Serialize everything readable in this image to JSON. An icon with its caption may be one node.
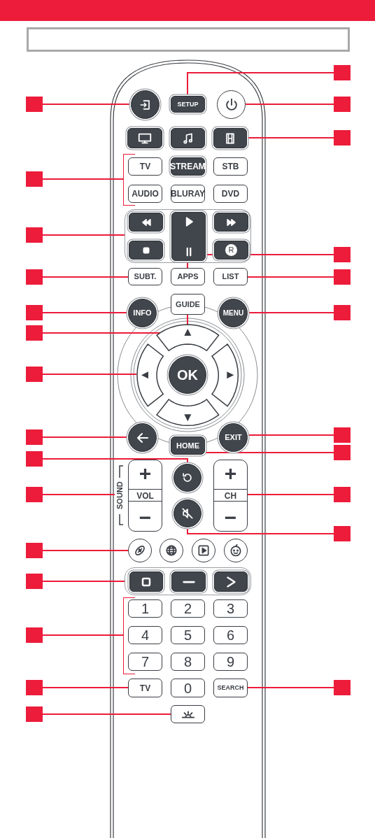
{
  "diagram": {
    "nodes": [
      {
        "text": [],
        "shape": "box"
      },
      {
        "text": [],
        "shape": "box"
      },
      {
        "text": [],
        "shape": "circle"
      },
      {
        "text": [
          "SETUP"
        ]
      },
      {
        "text": [],
        "shape": "circle"
      },
      {
        "text": [],
        "shape": "box"
      },
      {
        "text": [],
        "shape": "box"
      },
      {
        "text": [],
        "shape": "box"
      },
      {
        "text": [],
        "shape": "box"
      },
      {
        "text": [],
        "shape": "box"
      },
      {
        "text": [
          "TV"
        ]
      },
      {
        "text": [
          "STREAM"
        ]
      },
      {
        "text": [
          "STB"
        ]
      },
      {
        "text": [],
        "shape": "box"
      },
      {
        "text": [
          "AUDIO"
        ]
      },
      {
        "text": [
          "BLURAY"
        ]
      },
      {
        "text": [
          "DVD"
        ]
      },
      {
        "text": [],
        "shape": "box"
      },
      {
        "text": [],
        "shape": "box"
      },
      {
        "text": [],
        "shape": "box",
        "in": 18
      },
      {
        "text": [],
        "shape": "box",
        "in": 18
      },
      {
        "text": [],
        "shape": "box",
        "in": 18
      },
      {
        "text": [],
        "shape": "box",
        "in": 18
      },
      {
        "text": [
          "R"
        ],
        "in": 18
      },
      {
        "text": [],
        "shape": "box"
      },
      {
        "text": [],
        "shape": "box"
      },
      {
        "text": [
          "SUBT."
        ]
      },
      {
        "text": [
          "APPS"
        ]
      },
      {
        "text": [
          "LIST"
        ]
      },
      {
        "text": [],
        "shape": "box"
      },
      {
        "text": [],
        "shape": "box"
      },
      {
        "text": [
          "INFO"
        ]
      },
      {
        "text": [
          "GUIDE"
        ]
      },
      {
        "text": [
          "MENU"
        ]
      },
      {
        "text": [],
        "shape": "box"
      },
      {
        "text": [],
        "shape": "box"
      },
      {
        "text": [],
        "shape": "arc"
      },
      {
        "text": [],
        "shape": "box"
      },
      {
        "text": [],
        "shape": "arc"
      },
      {
        "text": [
          "OK"
        ]
      },
      {
        "text": [],
        "shape": "arc"
      },
      {
        "text": [],
        "shape": "arc"
      },
      {
        "text": [],
        "shape": "box"
      },
      {
        "text": [],
        "shape": "circle"
      },
      {
        "text": [
          "EXIT"
        ]
      },
      {
        "text": [],
        "shape": "box"
      },
      {
        "text": [
          "HOME"
        ]
      },
      {
        "text": [],
        "shape": "box"
      },
      {
        "text": [],
        "shape": "box"
      },
      {
        "text": [],
        "shape": "circle"
      },
      {
        "text": [],
        "shape": "box"
      },
      {
        "text": [
          "SOUND"
        ]
      },
      {
        "text": [
          "+",
          "VOL",
          "−"
        ]
      },
      {
        "text": [
          "+",
          "CH",
          "−"
        ]
      },
      {
        "text": [],
        "shape": "box"
      },
      {
        "text": [],
        "shape": "circle"
      },
      {
        "text": [],
        "shape": "box"
      },
      {
        "text": [],
        "shape": "box"
      },
      {
        "text": [],
        "shape": "circle"
      },
      {
        "text": [],
        "shape": "circle"
      },
      {
        "text": [],
        "shape": "circle"
      },
      {
        "text": [],
        "shape": "circle"
      },
      {
        "text": [],
        "shape": "box"
      },
      {
        "text": [],
        "shape": "box"
      },
      {
        "text": [],
        "shape": "box",
        "in": 63
      },
      {
        "text": [],
        "shape": "box",
        "in": 63
      },
      {
        "text": [],
        "shape": "box",
        "in": 63
      },
      {
        "text": [],
        "shape": "box"
      },
      {
        "text": [
          "1"
        ]
      },
      {
        "text": [
          "2"
        ]
      },
      {
        "text": [
          "3"
        ]
      },
      {
        "text": [
          "4"
        ]
      },
      {
        "text": [
          "5"
        ]
      },
      {
        "text": [
          "6"
        ]
      },
      {
        "text": [
          "7"
        ]
      },
      {
        "text": [
          "8"
        ]
      },
      {
        "text": [
          "9"
        ]
      },
      {
        "text": [],
        "shape": "box"
      },
      {
        "text": [
          "TV"
        ]
      },
      {
        "text": [
          "0"
        ]
      },
      {
        "text": [
          "SEARCH"
        ]
      },
      {
        "text": [],
        "shape": "box"
      },
      {
        "text": [],
        "shape": "box"
      },
      {
        "text": [],
        "shape": "box"
      },
      {
        "text": [],
        "shape": "bracket"
      },
      {
        "text": [],
        "shape": "bracket"
      },
      {
        "text": [],
        "shape": "box"
      }
    ],
    "edges": [
      {
        "from": 0,
        "to": 3,
        "arrow": "none"
      },
      {
        "from": 1,
        "to": 2,
        "arrow": "none"
      },
      {
        "from": 5,
        "to": 4,
        "arrow": "none"
      },
      {
        "from": 9,
        "to": 8,
        "arrow": "none"
      },
      {
        "from": 13,
        "to": 84,
        "arrow": "none"
      },
      {
        "from": 17,
        "to": 18,
        "arrow": "none"
      },
      {
        "from": 24,
        "to": 27,
        "arrow": "none"
      },
      {
        "from": 25,
        "to": 26,
        "arrow": "none"
      },
      {
        "from": 29,
        "to": 28,
        "arrow": "none"
      },
      {
        "from": 30,
        "to": 31,
        "arrow": "none"
      },
      {
        "from": 34,
        "to": 33,
        "arrow": "none"
      },
      {
        "from": 35,
        "to": 32,
        "arrow": "none"
      },
      {
        "from": 37,
        "to": 38,
        "arrow": "none"
      },
      {
        "from": 42,
        "to": 43,
        "arrow": "none"
      },
      {
        "from": 45,
        "to": 44,
        "arrow": "none"
      },
      {
        "from": 47,
        "to": 46,
        "arrow": "none"
      },
      {
        "from": 48,
        "to": 49,
        "arrow": "none"
      },
      {
        "from": 50,
        "to": 51,
        "arrow": "none"
      },
      {
        "from": 54,
        "to": 53,
        "arrow": "none"
      },
      {
        "from": 56,
        "to": 55,
        "arrow": "none"
      },
      {
        "from": 57,
        "to": 58,
        "arrow": "none"
      },
      {
        "from": 62,
        "to": 63,
        "arrow": "none"
      },
      {
        "from": 67,
        "to": 85,
        "arrow": "none"
      },
      {
        "from": 77,
        "to": 78,
        "arrow": "none"
      },
      {
        "from": 81,
        "to": 80,
        "arrow": "none"
      },
      {
        "from": 82,
        "to": 83,
        "arrow": "none"
      }
    ]
  }
}
